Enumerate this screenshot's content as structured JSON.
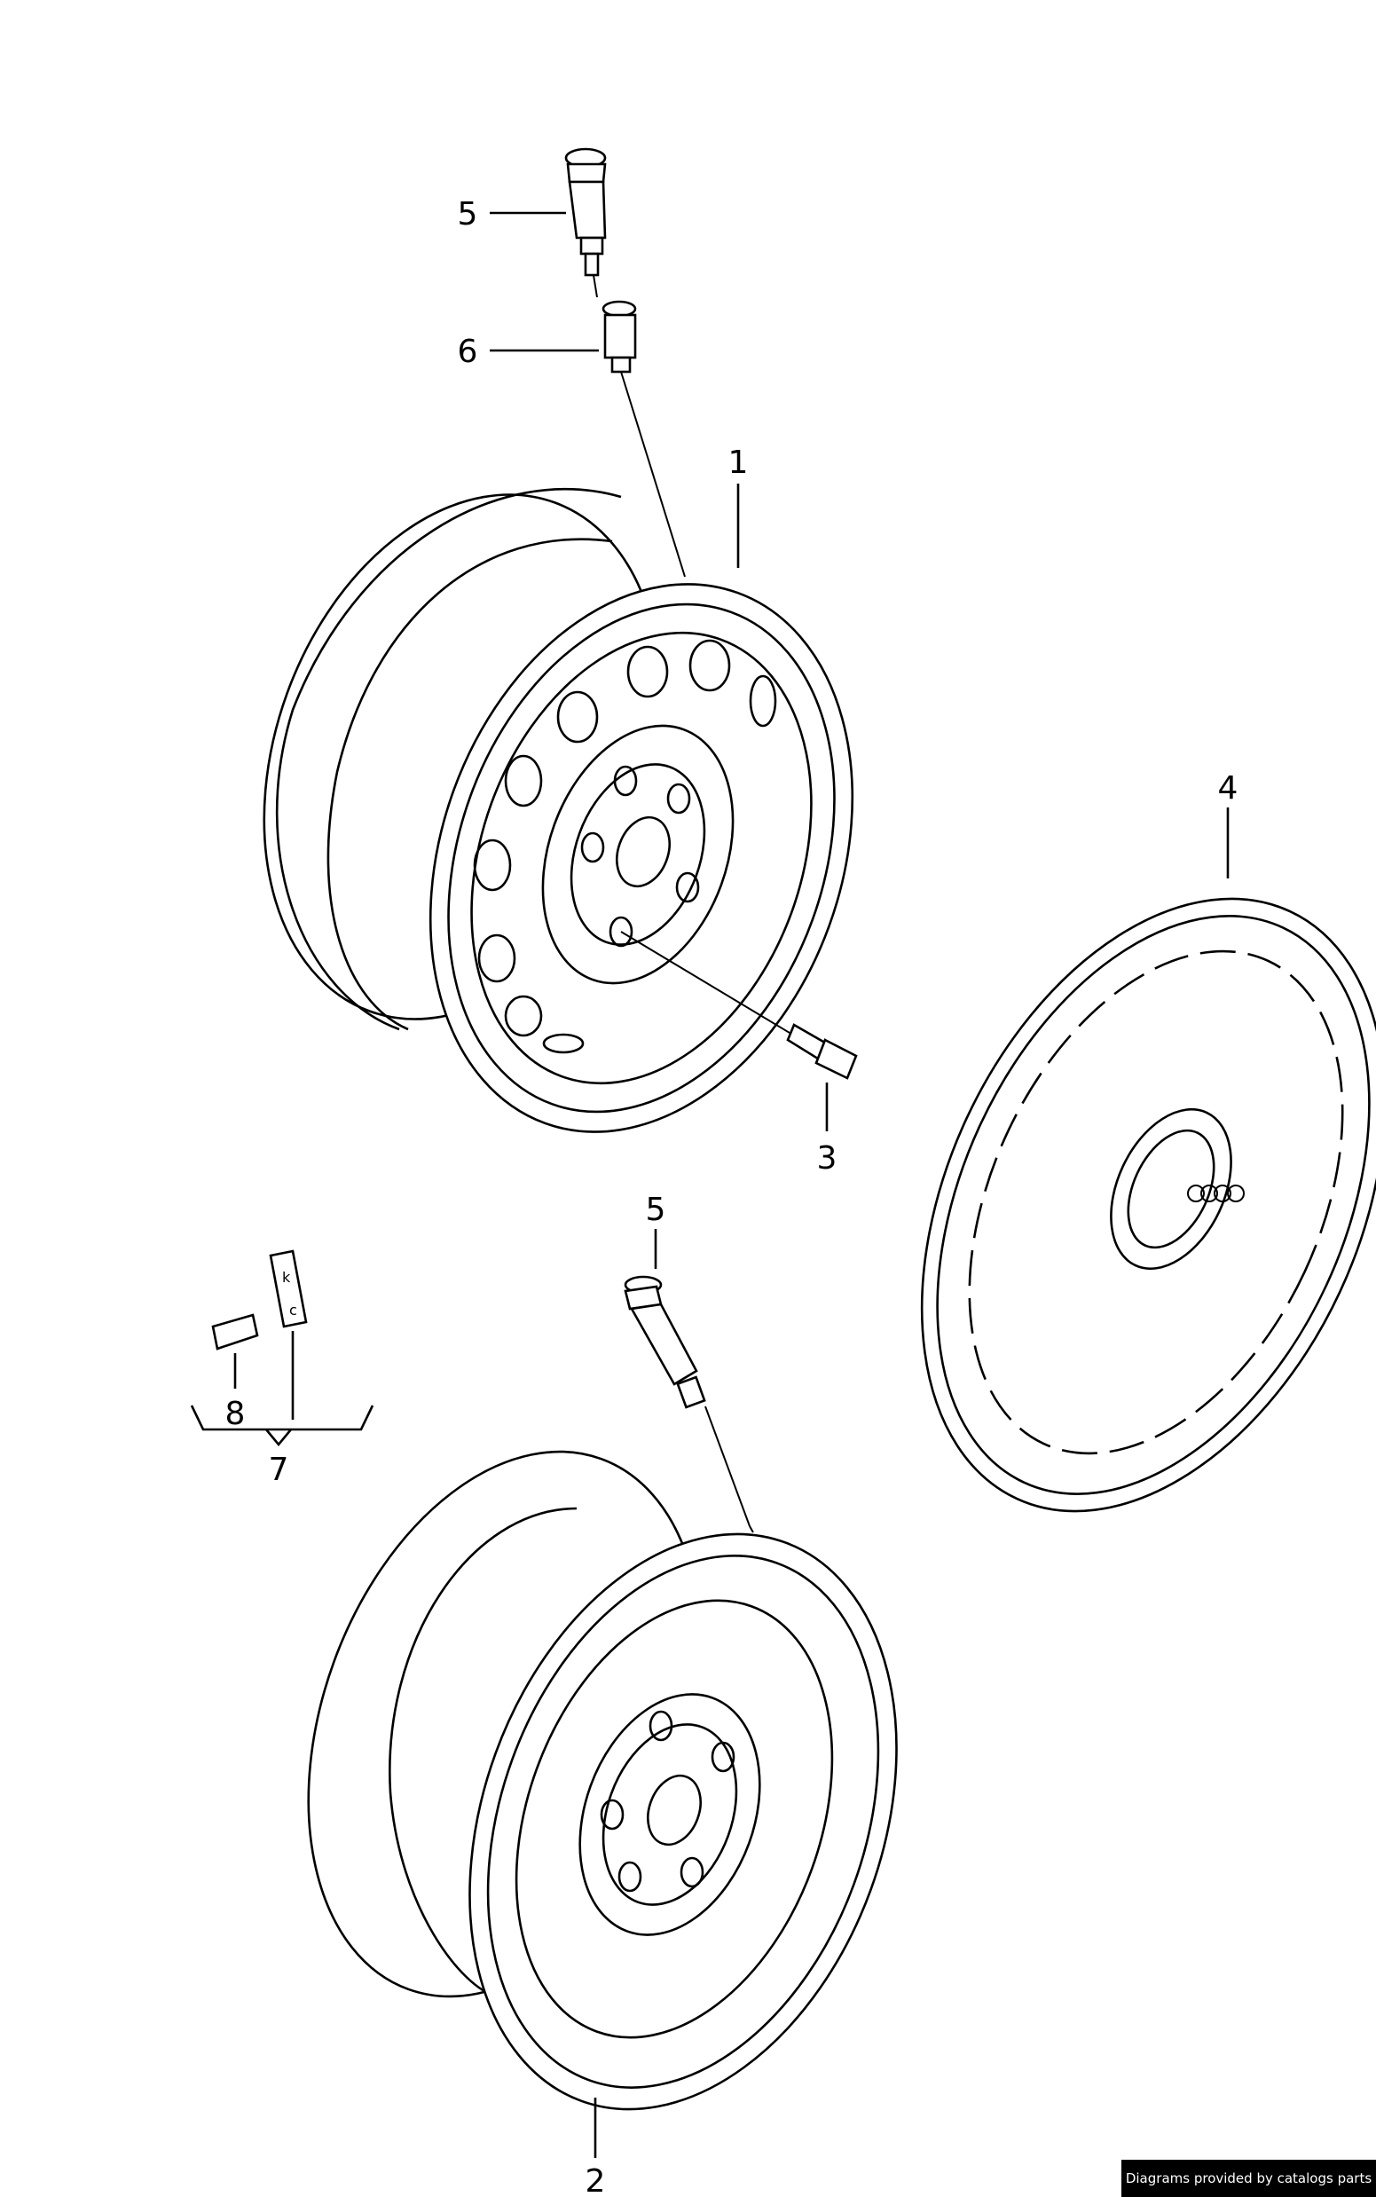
{
  "diagram": {
    "callouts": [
      {
        "id": "1",
        "part": "steel-wheel"
      },
      {
        "id": "2",
        "part": "spare-wheel"
      },
      {
        "id": "3",
        "part": "wheel-bolt"
      },
      {
        "id": "4",
        "part": "hub-cap"
      },
      {
        "id": "5",
        "part": "tyre-valve"
      },
      {
        "id": "5b",
        "label": "5",
        "part": "tyre-valve"
      },
      {
        "id": "6",
        "part": "valve-adapter"
      },
      {
        "id": "7",
        "part": "balance-weight-set"
      },
      {
        "id": "8",
        "part": "balance-weight"
      }
    ],
    "labels": {
      "c1": "1",
      "c2": "2",
      "c3": "3",
      "c4": "4",
      "c5": "5",
      "c5b": "5",
      "c6": "6",
      "c7": "7",
      "c8": "8"
    },
    "weight_marks": {
      "k": "k",
      "c": "c"
    }
  },
  "footer": {
    "credit": "Diagrams provided by catalogs parts"
  }
}
